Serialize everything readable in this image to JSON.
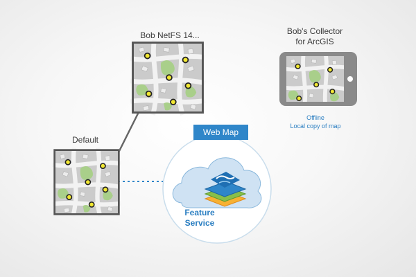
{
  "labels": {
    "bob_netfs": "Bob NetFS 14...",
    "collector_line1": "Bob's Collector",
    "collector_line2": "for ArcGIS",
    "default": "Default",
    "offline": "Offline",
    "local_copy": "Local copy of map",
    "web_map": "Web Map",
    "feature_service_line1": "Feature",
    "feature_service_line2": "Service"
  },
  "colors": {
    "accent_blue": "#2f86c9",
    "label_blue": "#2a7ec1",
    "map_green": "#a9cf8a",
    "marker_yellow": "#f2e832",
    "tablet_gray": "#8a8a8a",
    "connector_gray": "#666666"
  },
  "icons": {
    "cloud": "cloud-icon",
    "layers": "feature-layers-icon",
    "tablet": "tablet-device-icon",
    "map_marker": "map-point-icon"
  }
}
